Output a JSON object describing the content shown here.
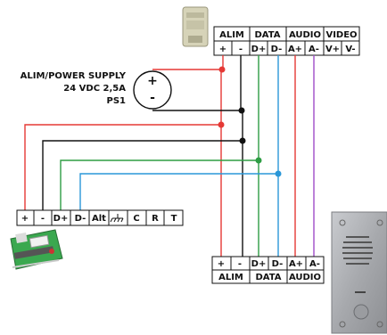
{
  "power_supply": {
    "line1": "ALIM/POWER SUPPLY",
    "line2": "24 VDC 2,5A",
    "line3": "PS1",
    "plus": "+",
    "minus": "-"
  },
  "top_terminal": {
    "groups": [
      "ALIM",
      "DATA",
      "AUDIO",
      "VIDEO"
    ],
    "pins": [
      "+",
      "-",
      "D+",
      "D-",
      "A+",
      "A-",
      "V+",
      "V-"
    ]
  },
  "left_terminal": {
    "pins": [
      "+",
      "-",
      "D+",
      "D-",
      "Alt",
      "",
      "C",
      "R",
      "T"
    ],
    "ground_icon": "ground-icon"
  },
  "bottom_terminal": {
    "pins": [
      "+",
      "-",
      "D+",
      "D-",
      "A+",
      "A-"
    ],
    "groups": [
      "ALIM",
      "DATA",
      "AUDIO"
    ]
  },
  "wire_colors": {
    "alim_plus": "#e53935",
    "alim_minus": "#111111",
    "data_plus": "#2e9d44",
    "data_minus": "#2a97d8",
    "audio_plus": "#e53935",
    "audio_minus": "#a04cc8"
  },
  "devices": {
    "top_device": "video-module-icon",
    "left_device": "controller-board-icon",
    "right_device": "entrance-panel-icon"
  }
}
